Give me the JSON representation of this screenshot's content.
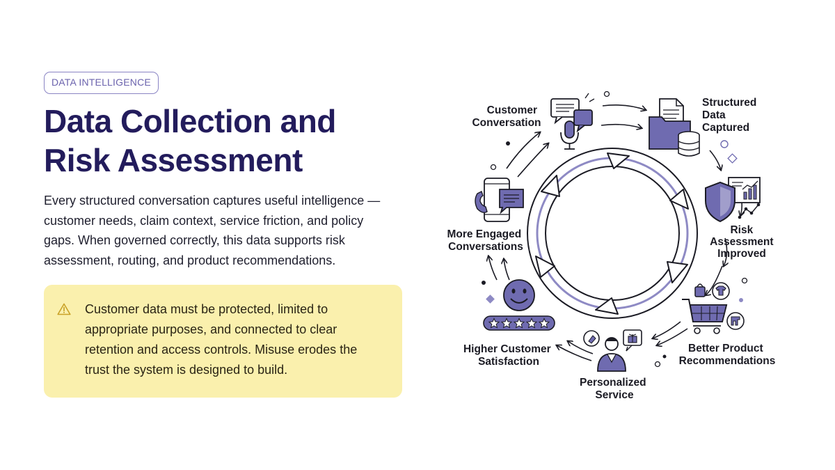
{
  "badge": "DATA INTELLIGENCE",
  "title": {
    "line1": "Data Collection and",
    "line2": "Risk Assessment"
  },
  "body": {
    "lines": [
      "Every structured conversation captures useful intelligence —",
      "customer needs, claim context, service friction, and policy",
      "gaps. When governed correctly, this data supports risk",
      "assessment, routing, and product recommendations."
    ]
  },
  "callout": {
    "icon": "warning-icon",
    "lines": [
      "Customer data must be protected, limited to",
      "appropriate purposes, and connected to clear",
      "retention and access controls. Misuse erodes the",
      "trust the system is designed to build."
    ]
  },
  "cycle": {
    "stages": [
      {
        "id": "customer-conversation",
        "lines": [
          "Customer",
          "Conversation"
        ],
        "icon": "chat-microphone-icon"
      },
      {
        "id": "structured-data-captured",
        "lines": [
          "Structured",
          "Data",
          "Captured"
        ],
        "icon": "folder-database-icon"
      },
      {
        "id": "risk-assessment-improved",
        "lines": [
          "Risk",
          "Assessment",
          "Improved"
        ],
        "icon": "shield-chart-icon"
      },
      {
        "id": "better-product-recommendations",
        "lines": [
          "Better Product",
          "Recommendations"
        ],
        "icon": "shopping-cart-icon"
      },
      {
        "id": "personalized-service",
        "lines": [
          "Personalized",
          "Service"
        ],
        "icon": "person-gift-icon"
      },
      {
        "id": "higher-customer-satisfaction",
        "lines": [
          "Higher Customer",
          "Satisfaction"
        ],
        "icon": "smiley-stars-icon"
      },
      {
        "id": "more-engaged-conversations",
        "lines": [
          "More Engaged",
          "Conversations"
        ],
        "icon": "phone-chat-icon"
      }
    ]
  },
  "colors": {
    "title": "#231c5c",
    "badge_border": "#8a84c4",
    "accent_purple": "#6f6bb0",
    "callout_bg": "#faf0ad",
    "warning": "#c9a227"
  }
}
